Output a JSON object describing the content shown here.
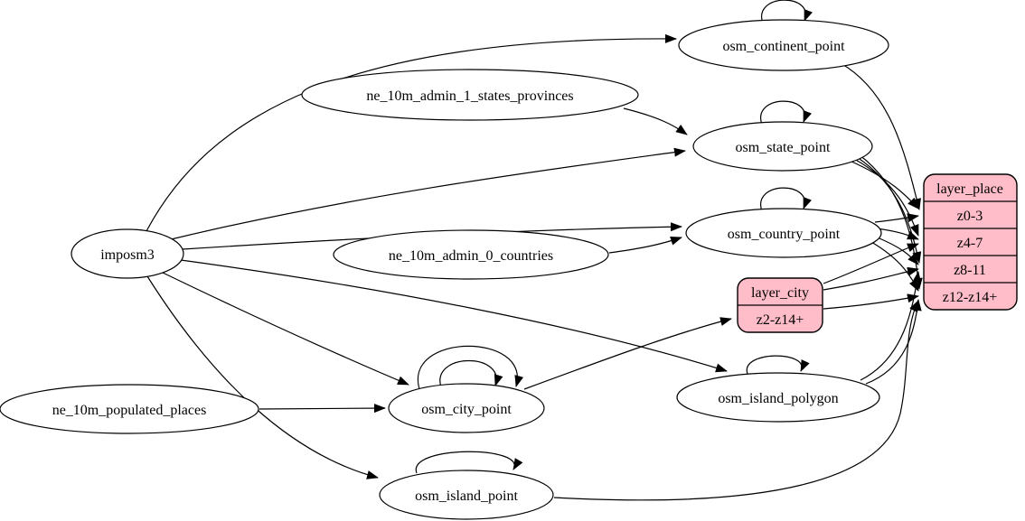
{
  "diagram": {
    "type": "graphviz-etl-flow",
    "background": "#ffffff",
    "node_fill": "#ffffff",
    "record_fill": "#ffbdc9",
    "stroke_color": "#000000",
    "nodes": {
      "imposm3": {
        "label": "imposm3",
        "shape": "ellipse"
      },
      "ne_10m_admin_1_states_provinces": {
        "label": "ne_10m_admin_1_states_provinces",
        "shape": "ellipse"
      },
      "ne_10m_admin_0_countries": {
        "label": "ne_10m_admin_0_countries",
        "shape": "ellipse"
      },
      "ne_10m_populated_places": {
        "label": "ne_10m_populated_places",
        "shape": "ellipse"
      },
      "osm_continent_point": {
        "label": "osm_continent_point",
        "shape": "ellipse"
      },
      "osm_state_point": {
        "label": "osm_state_point",
        "shape": "ellipse"
      },
      "osm_country_point": {
        "label": "osm_country_point",
        "shape": "ellipse"
      },
      "osm_city_point": {
        "label": "osm_city_point",
        "shape": "ellipse"
      },
      "osm_island_polygon": {
        "label": "osm_island_polygon",
        "shape": "ellipse"
      },
      "osm_island_point": {
        "label": "osm_island_point",
        "shape": "ellipse"
      }
    },
    "records": {
      "layer_city": {
        "title": "layer_city",
        "rows": [
          "z2-z14+"
        ]
      },
      "layer_place": {
        "title": "layer_place",
        "rows": [
          "z0-3",
          "z4-7",
          "z8-11",
          "z12-z14+"
        ]
      }
    },
    "edges": [
      {
        "from": "imposm3",
        "to": "osm_continent_point"
      },
      {
        "from": "imposm3",
        "to": "osm_state_point"
      },
      {
        "from": "imposm3",
        "to": "osm_country_point"
      },
      {
        "from": "imposm3",
        "to": "osm_city_point"
      },
      {
        "from": "imposm3",
        "to": "osm_island_polygon"
      },
      {
        "from": "imposm3",
        "to": "osm_island_point"
      },
      {
        "from": "ne_10m_admin_1_states_provinces",
        "to": "osm_state_point"
      },
      {
        "from": "ne_10m_admin_0_countries",
        "to": "osm_country_point"
      },
      {
        "from": "ne_10m_populated_places",
        "to": "osm_city_point"
      },
      {
        "from": "osm_continent_point",
        "to": "osm_continent_point",
        "self_loop": true
      },
      {
        "from": "osm_state_point",
        "to": "osm_state_point",
        "self_loop": true
      },
      {
        "from": "osm_country_point",
        "to": "osm_country_point",
        "self_loop": true
      },
      {
        "from": "osm_city_point",
        "to": "osm_city_point",
        "self_loop": true
      },
      {
        "from": "osm_city_point",
        "to": "osm_city_point",
        "self_loop": true
      },
      {
        "from": "osm_island_polygon",
        "to": "osm_island_polygon",
        "self_loop": true
      },
      {
        "from": "osm_island_point",
        "to": "osm_island_point",
        "self_loop": true
      },
      {
        "from": "osm_city_point",
        "to": "layer_city:z2-z14+"
      },
      {
        "from": "osm_continent_point",
        "to": "layer_place:z0-3"
      },
      {
        "from": "osm_state_point",
        "to": "layer_place:z0-3"
      },
      {
        "from": "osm_state_point",
        "to": "layer_place:z4-7"
      },
      {
        "from": "osm_state_point",
        "to": "layer_place:z8-11"
      },
      {
        "from": "osm_state_point",
        "to": "layer_place:z12-z14+"
      },
      {
        "from": "osm_country_point",
        "to": "layer_place:z0-3"
      },
      {
        "from": "osm_country_point",
        "to": "layer_place:z4-7"
      },
      {
        "from": "osm_country_point",
        "to": "layer_place:z8-11"
      },
      {
        "from": "osm_country_point",
        "to": "layer_place:z12-z14+"
      },
      {
        "from": "layer_city",
        "to": "layer_place:z4-7"
      },
      {
        "from": "layer_city",
        "to": "layer_place:z8-11"
      },
      {
        "from": "layer_city",
        "to": "layer_place:z12-z14+"
      },
      {
        "from": "osm_island_polygon",
        "to": "layer_place:z8-11"
      },
      {
        "from": "osm_island_polygon",
        "to": "layer_place:z12-z14+"
      },
      {
        "from": "osm_island_point",
        "to": "layer_place:z12-z14+"
      }
    ]
  }
}
